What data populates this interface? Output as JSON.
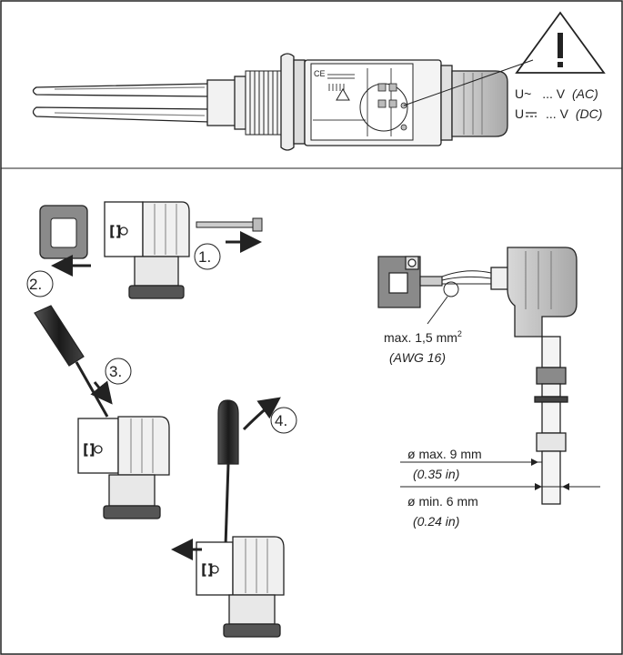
{
  "supply": {
    "ac_prefix": "U~",
    "ac_value": "... V",
    "ac_type": "(AC)",
    "dc_prefix": "U",
    "dc_value": "... V",
    "dc_type": "(DC)"
  },
  "steps": {
    "step1": "1.",
    "step2": "2.",
    "step3": "3.",
    "step4": "4."
  },
  "wiring": {
    "cross_section": "max. 1,5 mm",
    "cross_section_sup": "2",
    "awg": "(AWG 16)",
    "diameter_max": "ø max. 9 mm",
    "diameter_max_in": "(0.35 in)",
    "diameter_min": "ø min. 6 mm",
    "diameter_min_in": "(0.24 in)"
  },
  "label": {
    "ce_mark": "CE"
  },
  "colors": {
    "line": "#222222",
    "body_gray": "#e6e6e6",
    "dark_gray": "#9a9a9a",
    "handle": "#333333"
  }
}
